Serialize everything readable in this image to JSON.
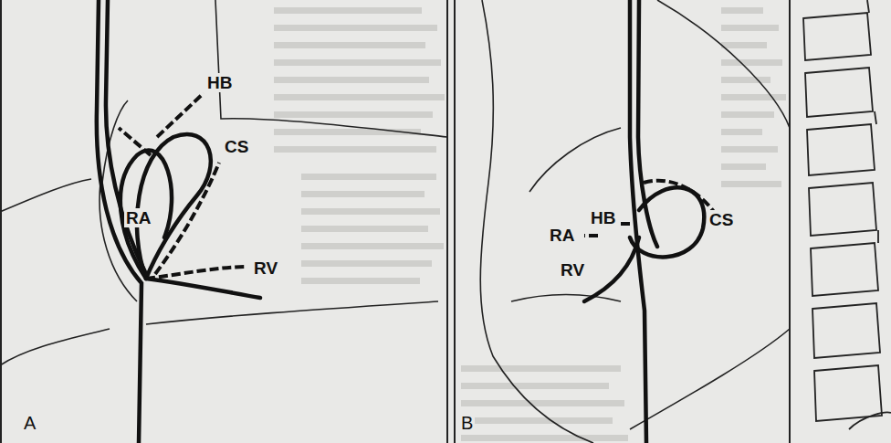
{
  "diagram": {
    "labels": [
      "HB",
      "CS",
      "RA",
      "RV",
      "A",
      "HB",
      "RA",
      "CS",
      "RV",
      "B"
    ]
  }
}
